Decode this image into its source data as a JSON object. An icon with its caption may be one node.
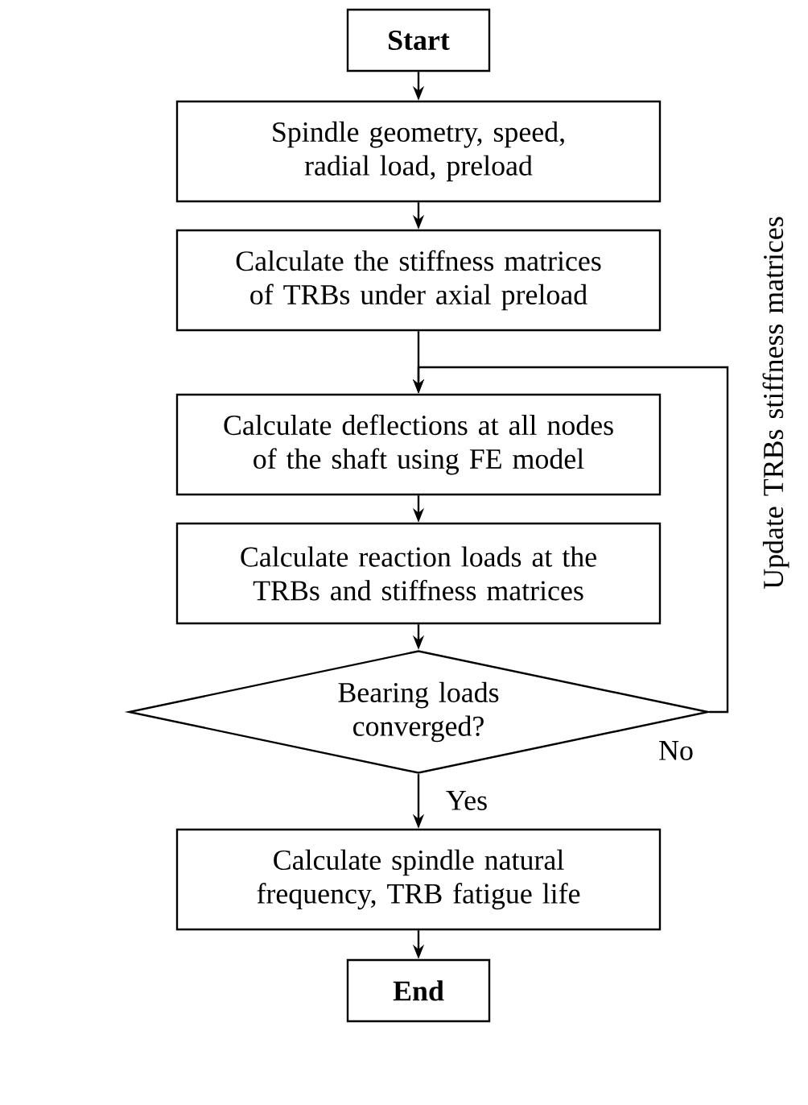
{
  "diagram": {
    "nodes": [
      {
        "text": [
          "Start"
        ]
      },
      {
        "text": [
          "Spindle geometry, speed, radial load, preload"
        ]
      },
      {
        "text": [
          "Calculate the stiffness matrices of TRBs under axial preload"
        ]
      },
      {
        "text": [
          "Calculate deflections at all nodes of the shaft using FE model"
        ]
      },
      {
        "text": [
          "Calculate reaction loads at the TRBs and stiffness matrices"
        ]
      },
      {
        "text": [
          "Bearing loads converged?"
        ]
      },
      {
        "text": [
          "Calculate spindle natural frequency, TRB fatigue life"
        ]
      },
      {
        "text": [
          "End"
        ]
      }
    ],
    "edges": [
      {
        "from": 0,
        "to": 1,
        "arrow": "to"
      },
      {
        "from": 1,
        "to": 2,
        "arrow": "to"
      },
      {
        "from": 2,
        "to": 3,
        "arrow": "to"
      },
      {
        "from": 3,
        "to": 4,
        "arrow": "to"
      },
      {
        "from": 4,
        "to": 5,
        "arrow": "to"
      },
      {
        "from": 5,
        "to": 6,
        "arrow": "to",
        "label": "Yes"
      },
      {
        "from": 6,
        "to": 7,
        "arrow": "to"
      },
      {
        "from": 5,
        "to": 3,
        "arrow": "to",
        "label": "No"
      }
    ],
    "labels": [
      "Update TRBs stiffness matrices"
    ]
  }
}
